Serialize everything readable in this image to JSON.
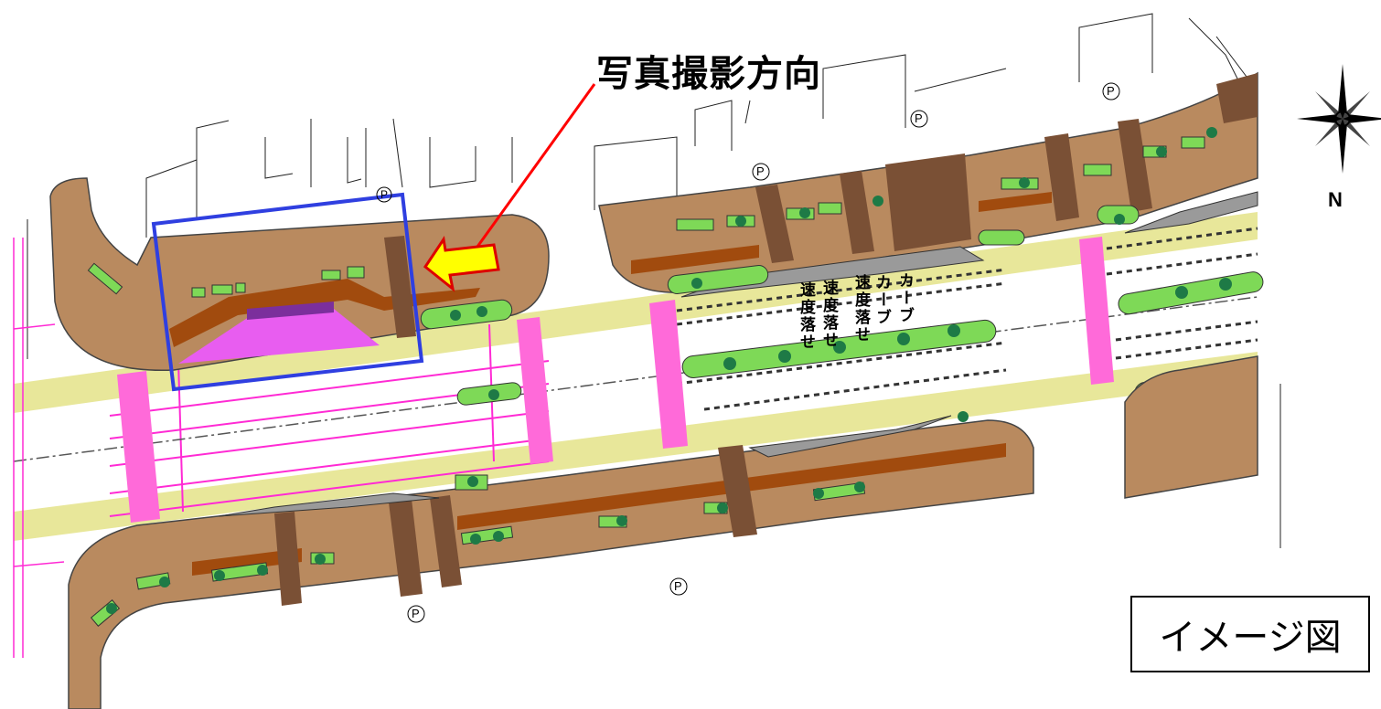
{
  "map": {
    "photo_direction_label": "写真撮影方向",
    "image_label": "イメージ図",
    "north_label": "N",
    "parking_symbol": "P",
    "lane_marking_columns": [
      "カーブ",
      "カーブ",
      "速度落せ",
      "速度落せ",
      "速度落せ"
    ],
    "colors": {
      "sidewalk": "#b98a5f",
      "sidewalk_dark": "#7a5035",
      "planting_strip": "#a14b0e",
      "median_green": "#7ed957",
      "tree": "#1e7a46",
      "bus_bay_gray": "#9a9a9a",
      "bike_lane_yellow": "#e8e79a",
      "crosswalk_pink": "#ff55d6",
      "road_marking_magenta": "#ff2ad4",
      "plaza_purple": "#e85df0",
      "plaza_dark_purple": "#7b2f9c",
      "highlight_box_blue": "#2f3fe0",
      "pointer_red": "#ff0000",
      "arrow_yellow": "#ffff00"
    },
    "icons": [
      "north-compass-icon",
      "parking-icon",
      "direction-arrow-icon"
    ]
  }
}
